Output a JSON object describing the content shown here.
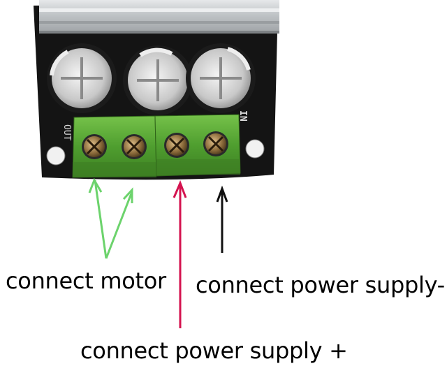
{
  "labels": {
    "motor": "connect motor",
    "power_negative": "connect power supply-",
    "power_positive": "connect power supply +"
  },
  "board_markings": {
    "out": "OUT",
    "in": "IN"
  },
  "colors": {
    "motor_arrow": "#6cd36c",
    "positive_arrow": "#d4134f",
    "negative_arrow": "#111111",
    "terminal_block": "#4e9e2e",
    "pcb": "#121212",
    "heatsink": "#c9ccce"
  },
  "icons": [
    "arrow-icon",
    "screw-icon",
    "capacitor-icon"
  ]
}
